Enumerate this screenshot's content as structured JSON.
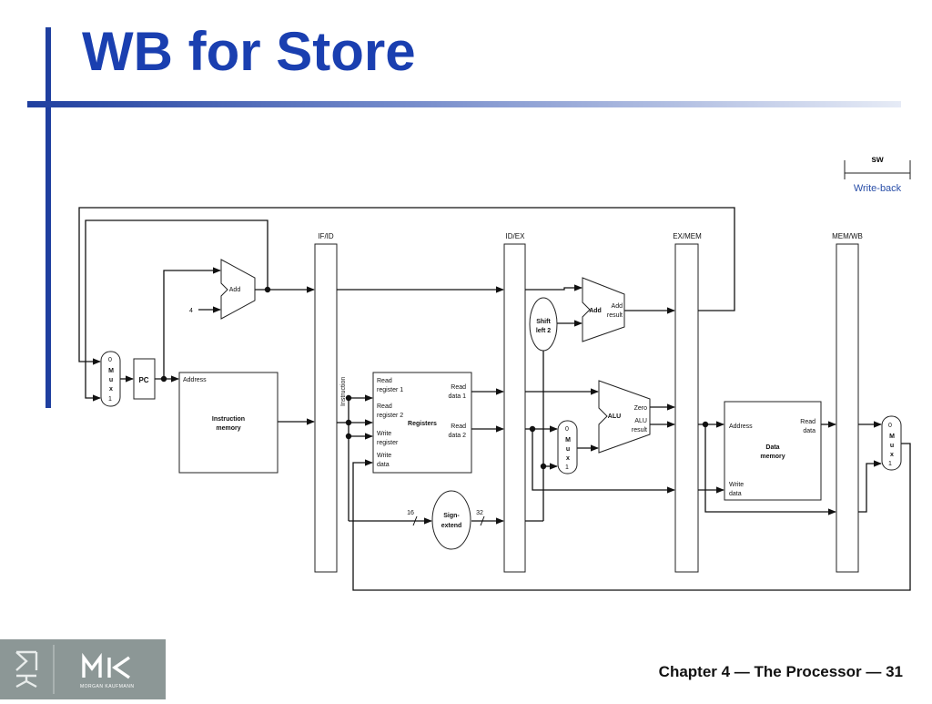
{
  "slide": {
    "title": "WB for Store",
    "footer": "Chapter 4 — The Processor — 31"
  },
  "legend": {
    "instruction": "sw",
    "stage": "Write-back"
  },
  "pipeline_registers": [
    "IF/ID",
    "ID/EX",
    "EX/MEM",
    "MEM/WB"
  ],
  "diagram": {
    "pc": "PC",
    "add1": "Add",
    "four": "4",
    "mux": {
      "zero": "0",
      "m": "M",
      "u": "u",
      "x": "x",
      "one": "1"
    },
    "imem": {
      "address": "Address",
      "line1": "Instruction",
      "line2": "memory"
    },
    "instruction_label": "Instruction",
    "registers": {
      "read_reg1_a": "Read",
      "read_reg1_b": "register 1",
      "read_reg2_a": "Read",
      "read_reg2_b": "register 2",
      "write_reg_a": "Write",
      "write_reg_b": "register",
      "write_data_a": "Write",
      "write_data_b": "data",
      "name": "Registers",
      "read_data1_a": "Read",
      "read_data1_b": "data 1",
      "read_data2_a": "Read",
      "read_data2_b": "data 2"
    },
    "sign_extend": {
      "line1": "Sign-",
      "line2": "extend",
      "in_bits": "16",
      "out_bits": "32"
    },
    "shift": {
      "line1": "Shift",
      "line2": "left 2"
    },
    "add2": {
      "name": "Add",
      "res1": "Add",
      "res2": "result"
    },
    "alu": {
      "name": "ALU",
      "zero": "Zero",
      "res1": "ALU",
      "res2": "result"
    },
    "dmem": {
      "address": "Address",
      "read_a": "Read",
      "read_b": "data",
      "write_a": "Write",
      "write_b": "data",
      "name1": "Data",
      "name2": "memory"
    }
  },
  "publisher_logo": {
    "mark": "MK",
    "name": "MORGAN KAUFMANN"
  }
}
